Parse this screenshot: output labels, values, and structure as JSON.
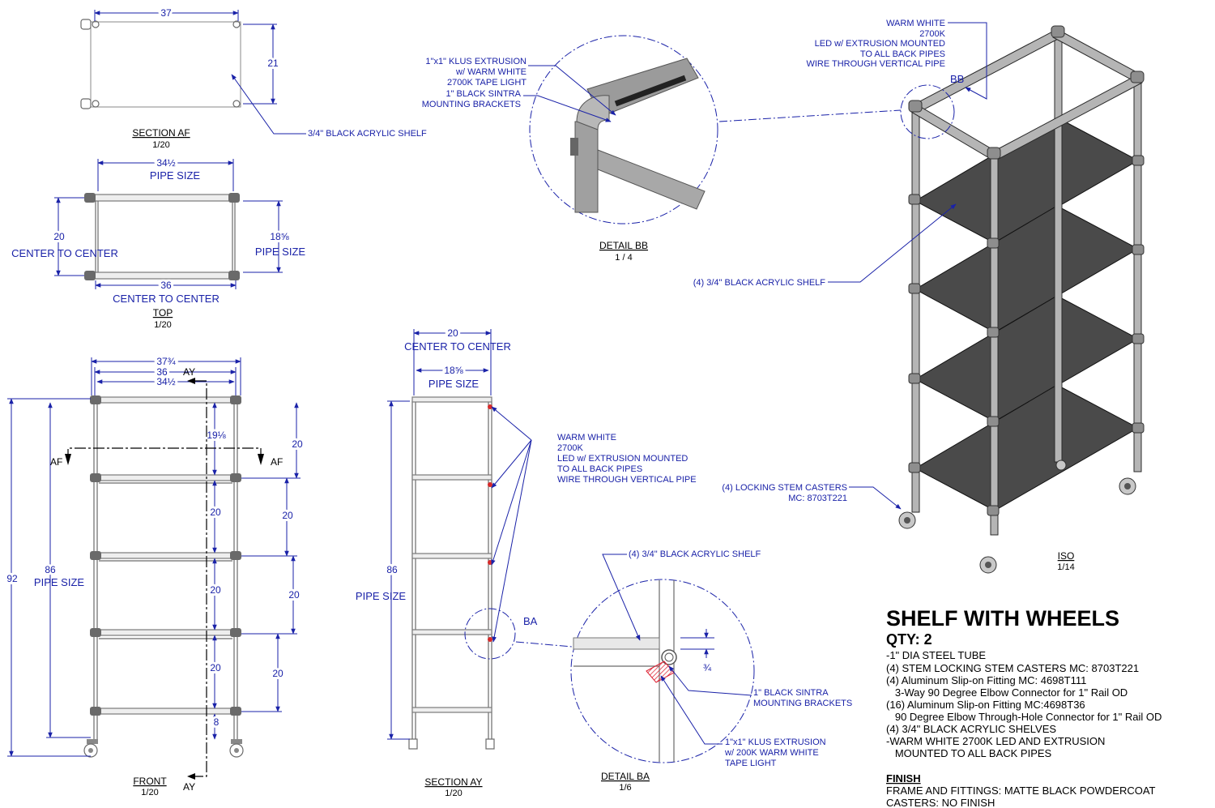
{
  "views": {
    "section_af": {
      "title": "SECTION AF",
      "scale": "1/20",
      "dim_width": "37",
      "dim_depth": "21",
      "callout": "3/4\" BLACK ACRYLIC SHELF"
    },
    "top": {
      "title": "TOP",
      "scale": "1/20",
      "dim_pipe_width": "34½",
      "dim_pipe_width_label": "PIPE SIZE",
      "dim_cc_depth": "20",
      "dim_cc_depth_label": "CENTER TO CENTER",
      "dim_pipe_depth": "18⅝",
      "dim_pipe_depth_label": "PIPE SIZE",
      "dim_cc_width": "36",
      "dim_cc_width_label": "CENTER TO CENTER"
    },
    "front": {
      "title": "FRONT",
      "scale": "1/20",
      "dim_overall_width": "37¾",
      "dim_cc_width": "36",
      "dim_pipe_width": "34½",
      "dim_overall_height": "92",
      "dim_pipe_height": "86",
      "dim_pipe_height_label": "PIPE SIZE",
      "dim_top_gap": "19⅛",
      "dim_spacings": [
        "20",
        "20",
        "20",
        "20"
      ],
      "dim_right_spacings": [
        "20",
        "20",
        "20",
        "20"
      ],
      "dim_bottom": "8",
      "cut_af": "AF",
      "cut_ay": "AY"
    },
    "section_ay": {
      "title": "SECTION AY",
      "scale": "1/20",
      "dim_cc": "20",
      "dim_cc_label": "CENTER TO CENTER",
      "dim_pipe": "18⅝",
      "dim_pipe_label": "PIPE SIZE",
      "dim_height": "86",
      "dim_height_label": "PIPE SIZE",
      "detail_ref": "BA",
      "led_note": [
        "WARM WHITE",
        "2700K",
        "LED w/ EXTRUSION MOUNTED",
        "TO ALL BACK PIPES",
        "WIRE THROUGH VERTICAL PIPE"
      ]
    },
    "detail_bb": {
      "title": "DETAIL  BB",
      "scale": "1 / 4",
      "note_extrusion": [
        "1\"x1\" KLUS EXTRUSION",
        "w/ WARM WHITE",
        "2700K TAPE LIGHT"
      ],
      "note_brackets": [
        "1\" BLACK SINTRA",
        "MOUNTING BRACKETS"
      ]
    },
    "detail_ba": {
      "title": "DETAIL  BA",
      "scale": "1/6",
      "note_shelf": "(4) 3/4\" BLACK ACRYLIC SHELF",
      "dim_thickness": "¾",
      "note_brackets": [
        "1\" BLACK SINTRA",
        "MOUNTING BRACKETS"
      ],
      "note_extrusion": [
        "1\"x1\" KLUS EXTRUSION",
        "w/ 200K WARM WHITE",
        "TAPE LIGHT"
      ]
    },
    "iso": {
      "title": "ISO",
      "scale": "1/14",
      "detail_ref": "BB",
      "led_note": [
        "WARM WHITE",
        "2700K",
        "LED w/ EXTRUSION MOUNTED",
        "TO ALL BACK PIPES",
        "WIRE THROUGH VERTICAL PIPE"
      ],
      "shelf_note": "(4) 3/4\" BLACK ACRYLIC SHELF",
      "caster_note": [
        "(4) LOCKING STEM CASTERS",
        "MC: 8703T221"
      ]
    }
  },
  "spec": {
    "title": "SHELF WITH WHEELS",
    "qty": "QTY: 2",
    "lines": [
      "-1\" DIA STEEL TUBE",
      "(4) STEM LOCKING STEM CASTERS MC: 8703T221",
      "(4) Aluminum Slip-on Fitting MC: 4698T111",
      "   3-Way 90 Degree Elbow Connector for 1\" Rail OD",
      "(16) Aluminum Slip-on Fitting MC:4698T36",
      "   90 Degree Elbow Through-Hole Connector for 1\" Rail OD",
      "(4) 3/4\" BLACK ACRYLIC SHELVES",
      "-WARM WHITE 2700K LED AND EXTRUSION",
      "   MOUNTED TO ALL BACK PIPES"
    ],
    "finish_header": "FINISH",
    "finish_lines": [
      "FRAME AND FITTINGS: MATTE BLACK POWDERCOAT",
      "CASTERS: NO FINISH"
    ]
  }
}
